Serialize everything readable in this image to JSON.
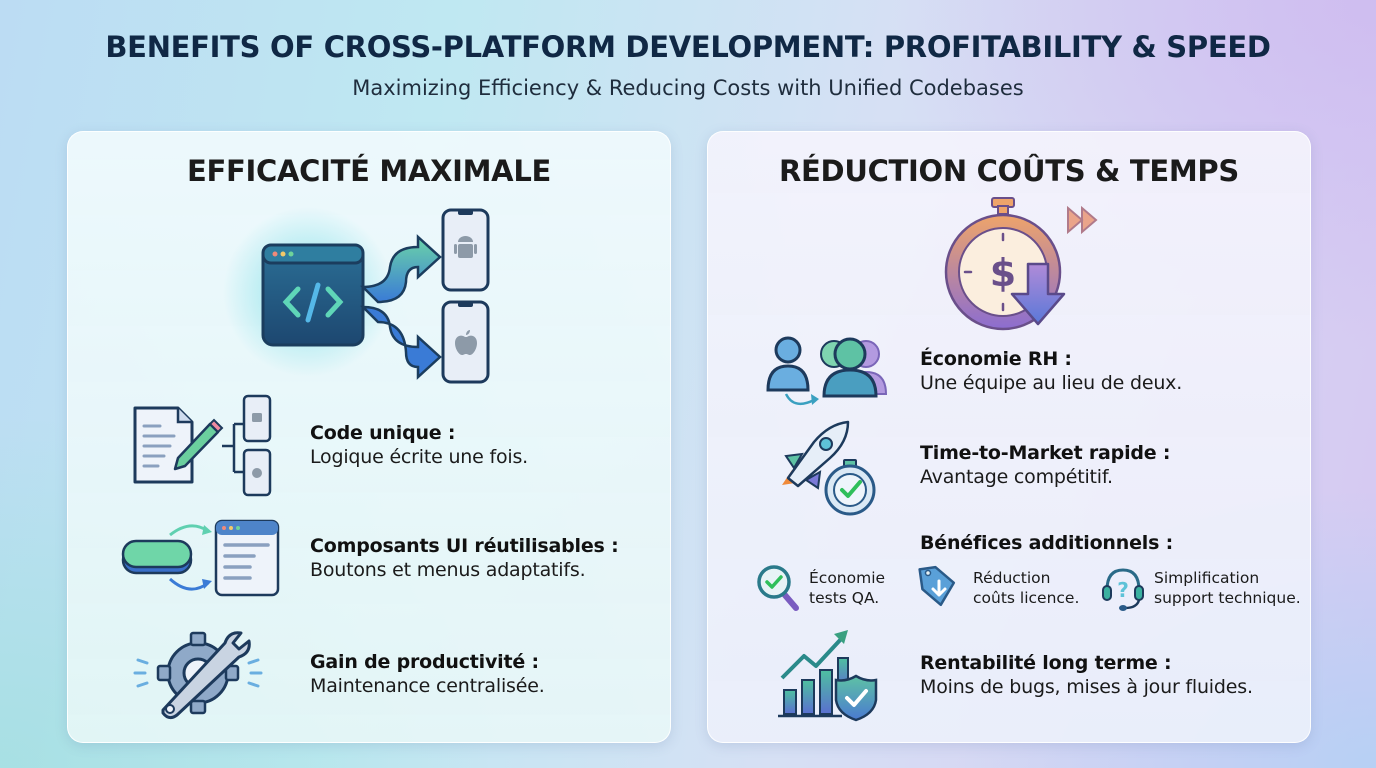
{
  "header": {
    "title": "BENEFITS OF CROSS-PLATFORM DEVELOPMENT: PROFITABILITY & SPEED",
    "subtitle": "Maximizing Efficiency & Reducing Costs with Unified Codebases"
  },
  "left_panel": {
    "title": "EFFICACITÉ MAXIMALE",
    "hero_icon": "code-window-to-android-and-ios-icon",
    "items": [
      {
        "icon": "document-pencil-to-devices-icon",
        "title": "Code unique :",
        "desc": "Logique écrite une fois."
      },
      {
        "icon": "reusable-ui-components-icon",
        "title": "Composants UI réutilisables :",
        "desc": "Boutons et menus adaptatifs."
      },
      {
        "icon": "gear-wrench-icon",
        "title": "Gain de productivité :",
        "desc": "Maintenance centralisée."
      }
    ]
  },
  "right_panel": {
    "title": "RÉDUCTION COÛTS & TEMPS",
    "hero_icon": "stopwatch-dollar-down-arrow-icon",
    "items": [
      {
        "icon": "team-users-icon",
        "title": "Économie RH :",
        "desc": "Une équipe au lieu de deux."
      },
      {
        "icon": "rocket-stopwatch-icon",
        "title": "Time-to-Market rapide :",
        "desc": "Avantage compétitif."
      }
    ],
    "additional": {
      "title": "Bénéfices additionnels :",
      "items": [
        {
          "icon": "magnifier-check-icon",
          "line1": "Économie",
          "line2": "tests QA."
        },
        {
          "icon": "price-tag-down-icon",
          "line1": "Réduction",
          "line2": "coûts licence."
        },
        {
          "icon": "headset-question-icon",
          "line1": "Simplification",
          "line2": "support technique."
        }
      ]
    },
    "final_item": {
      "icon": "growth-chart-shield-icon",
      "title": "Rentabilité long terme :",
      "desc": "Moins de bugs, mises à jour fluides."
    }
  },
  "colors": {
    "title": "#102845",
    "teal": "#3fc7a8",
    "blue": "#3f7fd6",
    "navy": "#1d3a5c",
    "purple": "#8a6fd6",
    "orange": "#e9a060"
  }
}
